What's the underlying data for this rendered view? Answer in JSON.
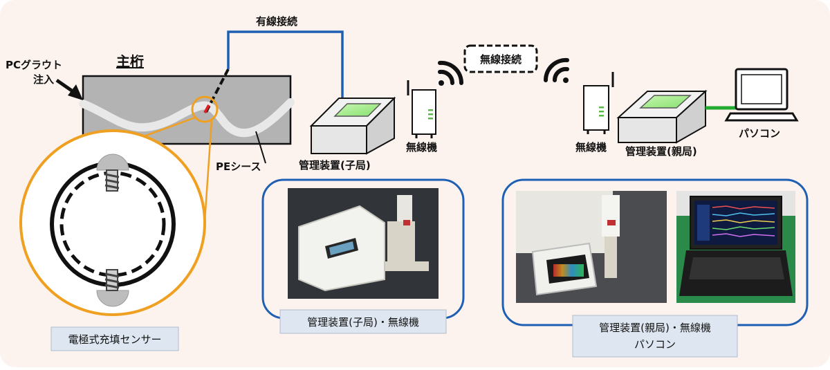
{
  "labels": {
    "wired": "有線接続",
    "main_girder": "主桁",
    "pc_grout_line1": "PCグラウト",
    "pc_grout_line2": "注入",
    "pe_sheath": "PEシース",
    "wireless": "無線接続",
    "child_unit": "管理装置(子局)",
    "wireless_unit_left": "無線機",
    "wireless_unit_right": "無線機",
    "parent_unit": "管理装置(親局)",
    "pc": "パソコン",
    "sensor_caption": "電極式充填センサー",
    "photo_child_caption": "管理装置(子局)・無線機",
    "photo_parent_caption_line1": "管理装置(親局)・無線機",
    "photo_parent_caption_line2": "パソコン"
  },
  "colors": {
    "background_panel": "#fcf3ee",
    "wired_line": "#1e5fb4",
    "lan_line": "#22aa33",
    "magnifier": "#f0a020",
    "photo_frame": "#1e5fb4",
    "caption_box": "#dde6f1",
    "girder": "#b3b3b3",
    "screen_green": "#9ff08a"
  }
}
